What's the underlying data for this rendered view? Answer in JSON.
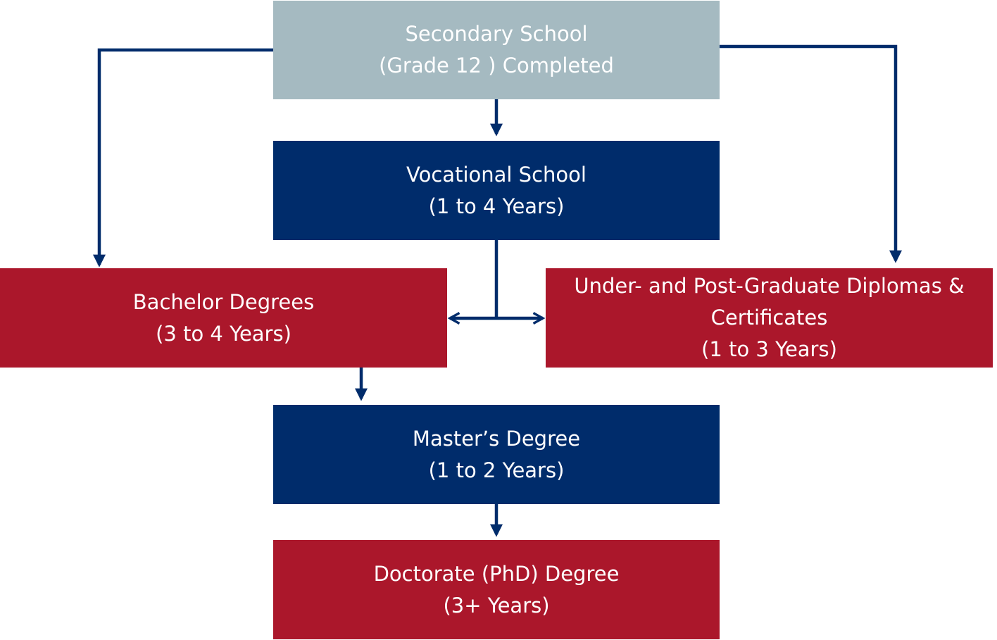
{
  "colors": {
    "secondary": "#a5bac1",
    "navy": "#002c6b",
    "red": "#ab172b",
    "connector": "#002c6b",
    "text": "#ffffff"
  },
  "nodes": {
    "secondary_school": {
      "line1": "Secondary School",
      "line2": "(Grade 12 ) Completed"
    },
    "vocational_school": {
      "line1": "Vocational School",
      "line2": "(1 to 4 Years)"
    },
    "bachelor_degrees": {
      "line1": "Bachelor Degrees",
      "line2": "(3 to 4 Years)"
    },
    "diplomas_certificates": {
      "line1": "Under- and Post-Graduate Diplomas &",
      "line2": "Certificates",
      "line3": "(1 to 3 Years)"
    },
    "masters_degree": {
      "line1": "Master’s Degree",
      "line2": "(1 to 2 Years)"
    },
    "doctorate_degree": {
      "line1": "Doctorate (PhD) Degree",
      "line2": "(3+ Years)"
    }
  },
  "edges": [
    {
      "from": "secondary_school",
      "to": "vocational_school"
    },
    {
      "from": "secondary_school",
      "to": "bachelor_degrees"
    },
    {
      "from": "secondary_school",
      "to": "diplomas_certificates"
    },
    {
      "from": "vocational_school",
      "to": "bachelor_degrees"
    },
    {
      "from": "vocational_school",
      "to": "diplomas_certificates"
    },
    {
      "from": "bachelor_degrees",
      "to": "masters_degree"
    },
    {
      "from": "masters_degree",
      "to": "doctorate_degree"
    }
  ]
}
